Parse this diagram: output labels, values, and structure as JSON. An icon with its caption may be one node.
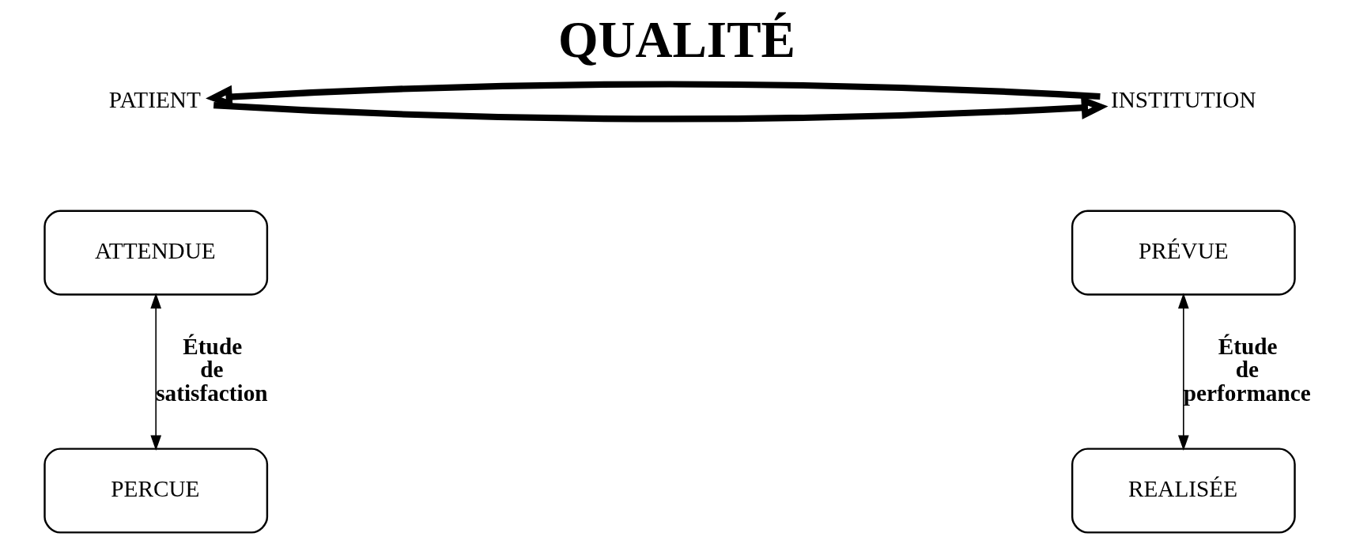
{
  "diagram": {
    "title": "QUALITÉ",
    "nodes": [
      {
        "text": [
          "PATIENT"
        ]
      },
      {
        "text": [
          "INSTITUTION"
        ]
      },
      {
        "text": [
          "ATTENDUE"
        ]
      },
      {
        "text": [
          "PERCUE"
        ]
      },
      {
        "text": [
          "PRÉVUE"
        ]
      },
      {
        "text": [
          "REALISÉE"
        ]
      }
    ],
    "edges": [
      {
        "from": 2,
        "to": 3,
        "arrow": "both",
        "label": "Étude de satisfaction"
      },
      {
        "from": 4,
        "to": 5,
        "arrow": "both",
        "label": "Étude de performance"
      },
      {
        "from": 0,
        "to": 1,
        "arrow": "to",
        "style": "thick"
      },
      {
        "from": 1,
        "to": 0,
        "arrow": "to",
        "style": "thick"
      }
    ]
  }
}
